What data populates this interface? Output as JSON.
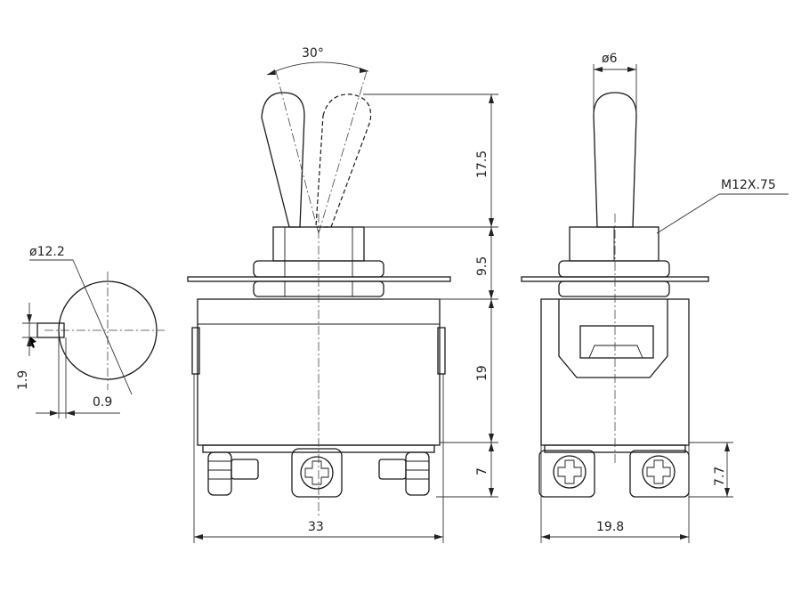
{
  "colors": {
    "line": "#1a1a1a",
    "background": "#ffffff"
  },
  "labels": {
    "toggle_angle": "30°",
    "shaft_diameter": "ø6",
    "thread": "M12X.75",
    "body_diameter": "ø12.2",
    "key_height": "1.9",
    "key_width": "0.9",
    "lever_height": "17.5",
    "bushing_height": "9.5",
    "body_height": "19",
    "terminal_height": "7",
    "body_width": "33",
    "side_width": "19.8",
    "side_terminal_height": "7.7"
  }
}
